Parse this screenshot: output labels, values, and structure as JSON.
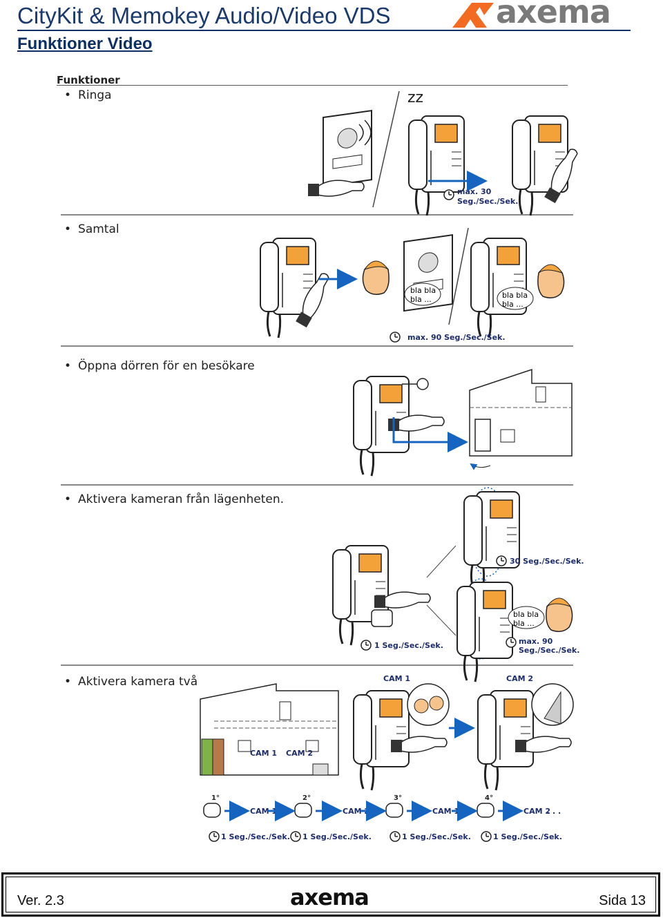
{
  "header": {
    "title": "CityKit & Memokey Audio/Video VDS",
    "subtitle": "Funktioner Video",
    "logo_text": "axema"
  },
  "figure": {
    "heading": "Funktioner",
    "sections": [
      {
        "title": "Ringa",
        "labels": [
          "max. 30",
          "Seg./Sec./Sek."
        ]
      },
      {
        "title": "Samtal",
        "labels": [
          "bla bla",
          "bla ...",
          "bla bla",
          "bla ...",
          "max. 90 Seg./Sec./Sek."
        ]
      },
      {
        "title": "Öppna dörren för en besökare",
        "labels": []
      },
      {
        "title": "Aktivera kameran från lägenheten.",
        "labels": [
          "30 Seg./Sec./Sek.",
          "1 Seg./Sec./Sek.",
          "bla bla",
          "bla ...",
          "max. 90",
          "Seg./Sec./Sek."
        ]
      },
      {
        "title": "Aktivera kamera två",
        "labels": [
          "CAM 1",
          "CAM 2",
          "CAM 1",
          "CAM 2"
        ],
        "sequence": [
          {
            "step": "1°",
            "cam": "CAM 1",
            "time": "1 Seg./Sec./Sek."
          },
          {
            "step": "2°",
            "cam": "CAM 2",
            "time": "1 Seg./Sec./Sek."
          },
          {
            "step": "3°",
            "cam": "CAM 1",
            "time": "1 Seg./Sec./Sek."
          },
          {
            "step": "4°",
            "cam": "CAM 2",
            "time": "1 Seg./Sec./Sek."
          }
        ],
        "sequence_end": ". . ."
      }
    ]
  },
  "footer": {
    "version": "Ver. 2.3",
    "logo_text": "axema",
    "page": "Sida 13"
  },
  "colors": {
    "header_text": "#1a3a6e",
    "logo_orange": "#f26b21",
    "logo_gray": "#7a7a7a",
    "arrow_blue": "#1565c0",
    "label_blue": "#1b2b6b"
  }
}
